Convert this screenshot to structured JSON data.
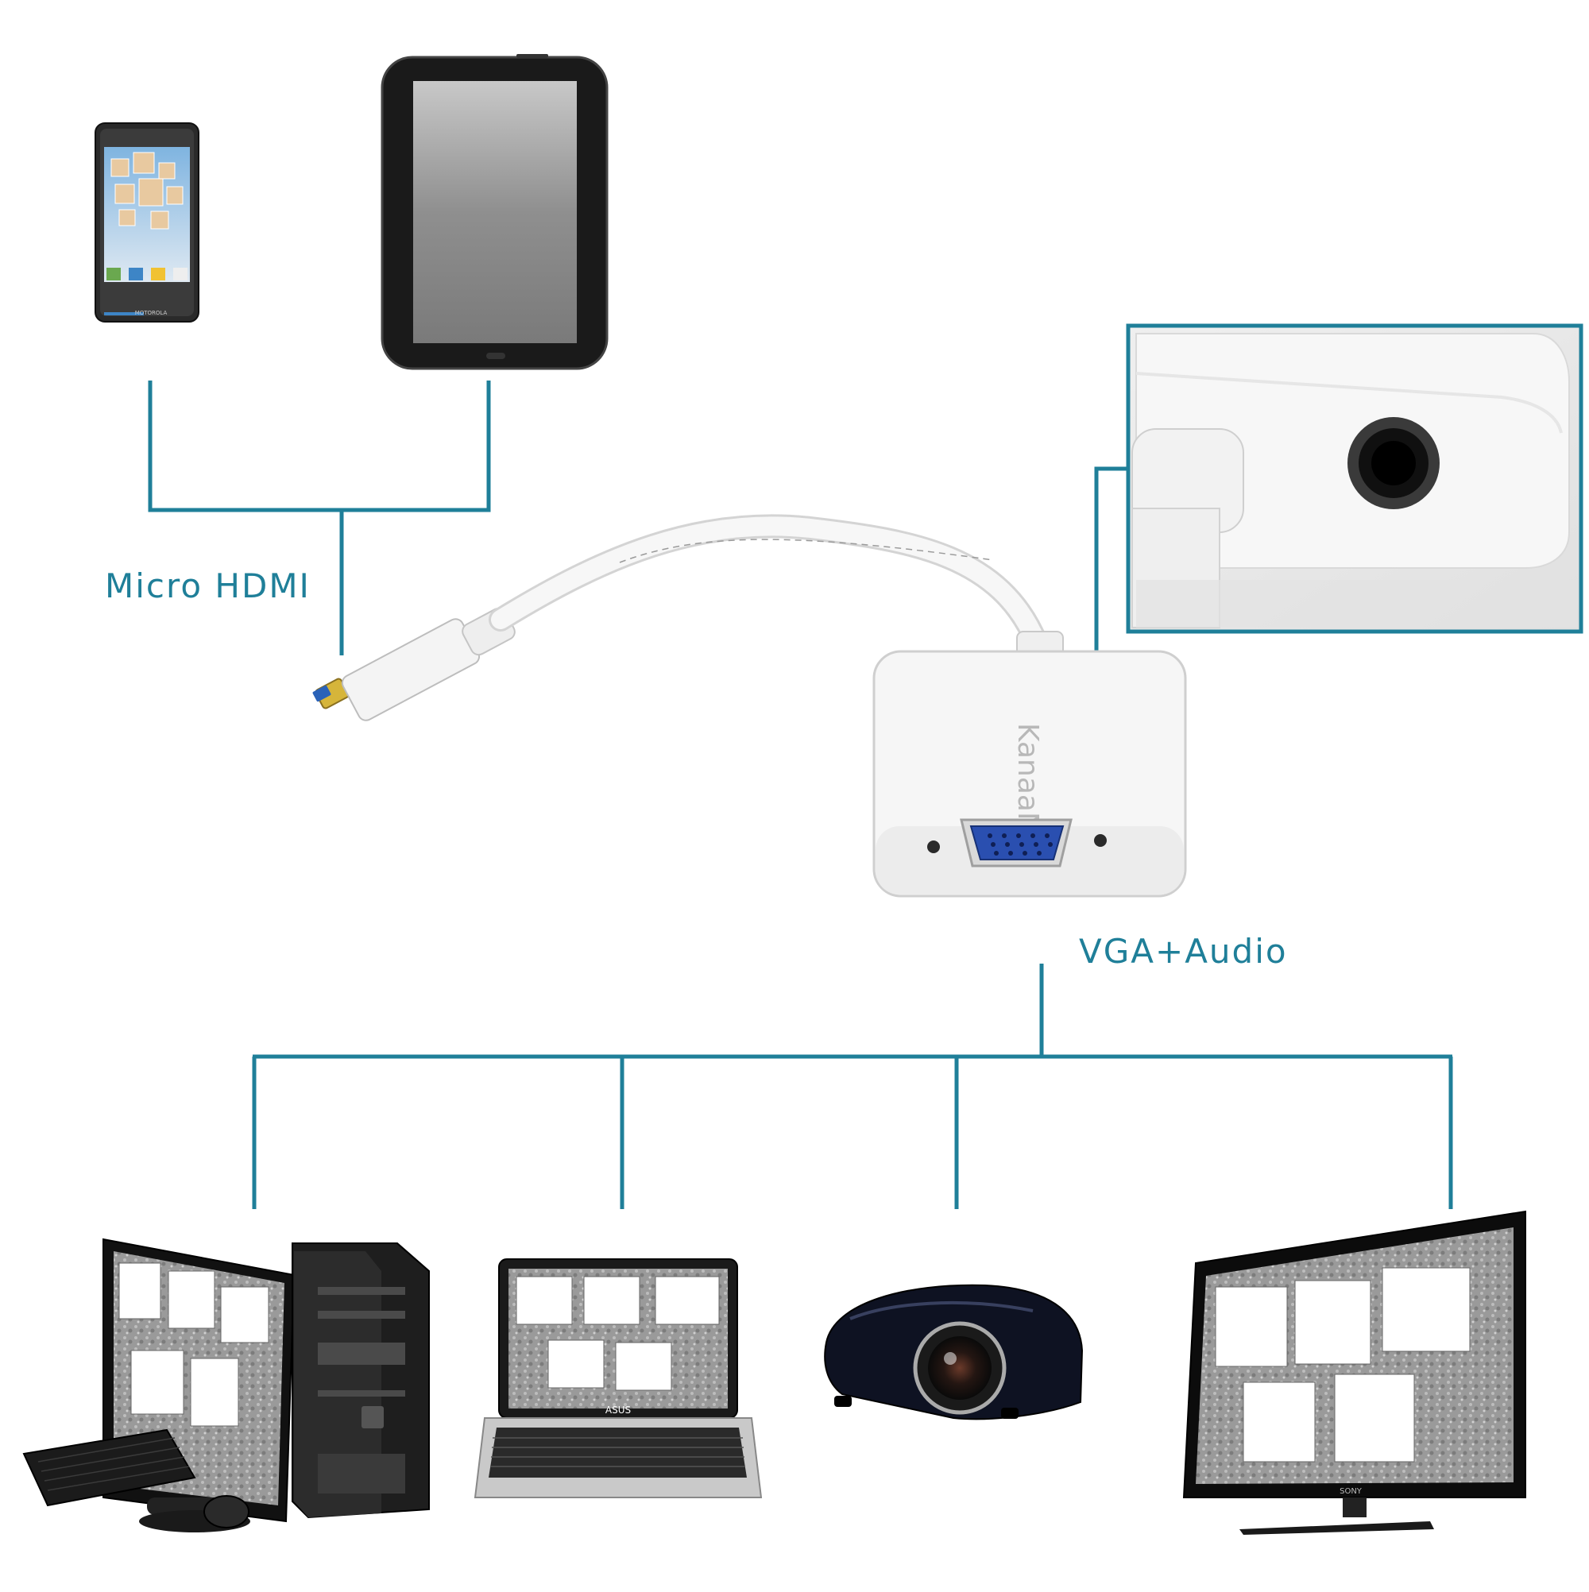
{
  "colors": {
    "line": "#1f7f99",
    "label": "#1f7f99",
    "device_dark": "#1a1a1a",
    "adapter_white": "#f4f4f4",
    "vga_blue": "#2a4fb0",
    "connector_gold": "#d6b53a"
  },
  "labels": {
    "input": "Micro HDMI",
    "output": "VGA+Audio",
    "adapter_brand": "KanaaN",
    "laptop_brand": "ASUS",
    "phone_brand": "MOTOROLA",
    "tv_brand": "SONY"
  },
  "sources": [
    {
      "name": "smartphone"
    },
    {
      "name": "tablet"
    }
  ],
  "destinations": [
    {
      "name": "desktop-pc"
    },
    {
      "name": "laptop"
    },
    {
      "name": "projector"
    },
    {
      "name": "tv"
    }
  ],
  "icons": [
    "smartphone-icon",
    "tablet-icon",
    "adapter-icon",
    "audio-port-detail-icon",
    "desktop-pc-icon",
    "laptop-icon",
    "projector-icon",
    "tv-icon"
  ]
}
